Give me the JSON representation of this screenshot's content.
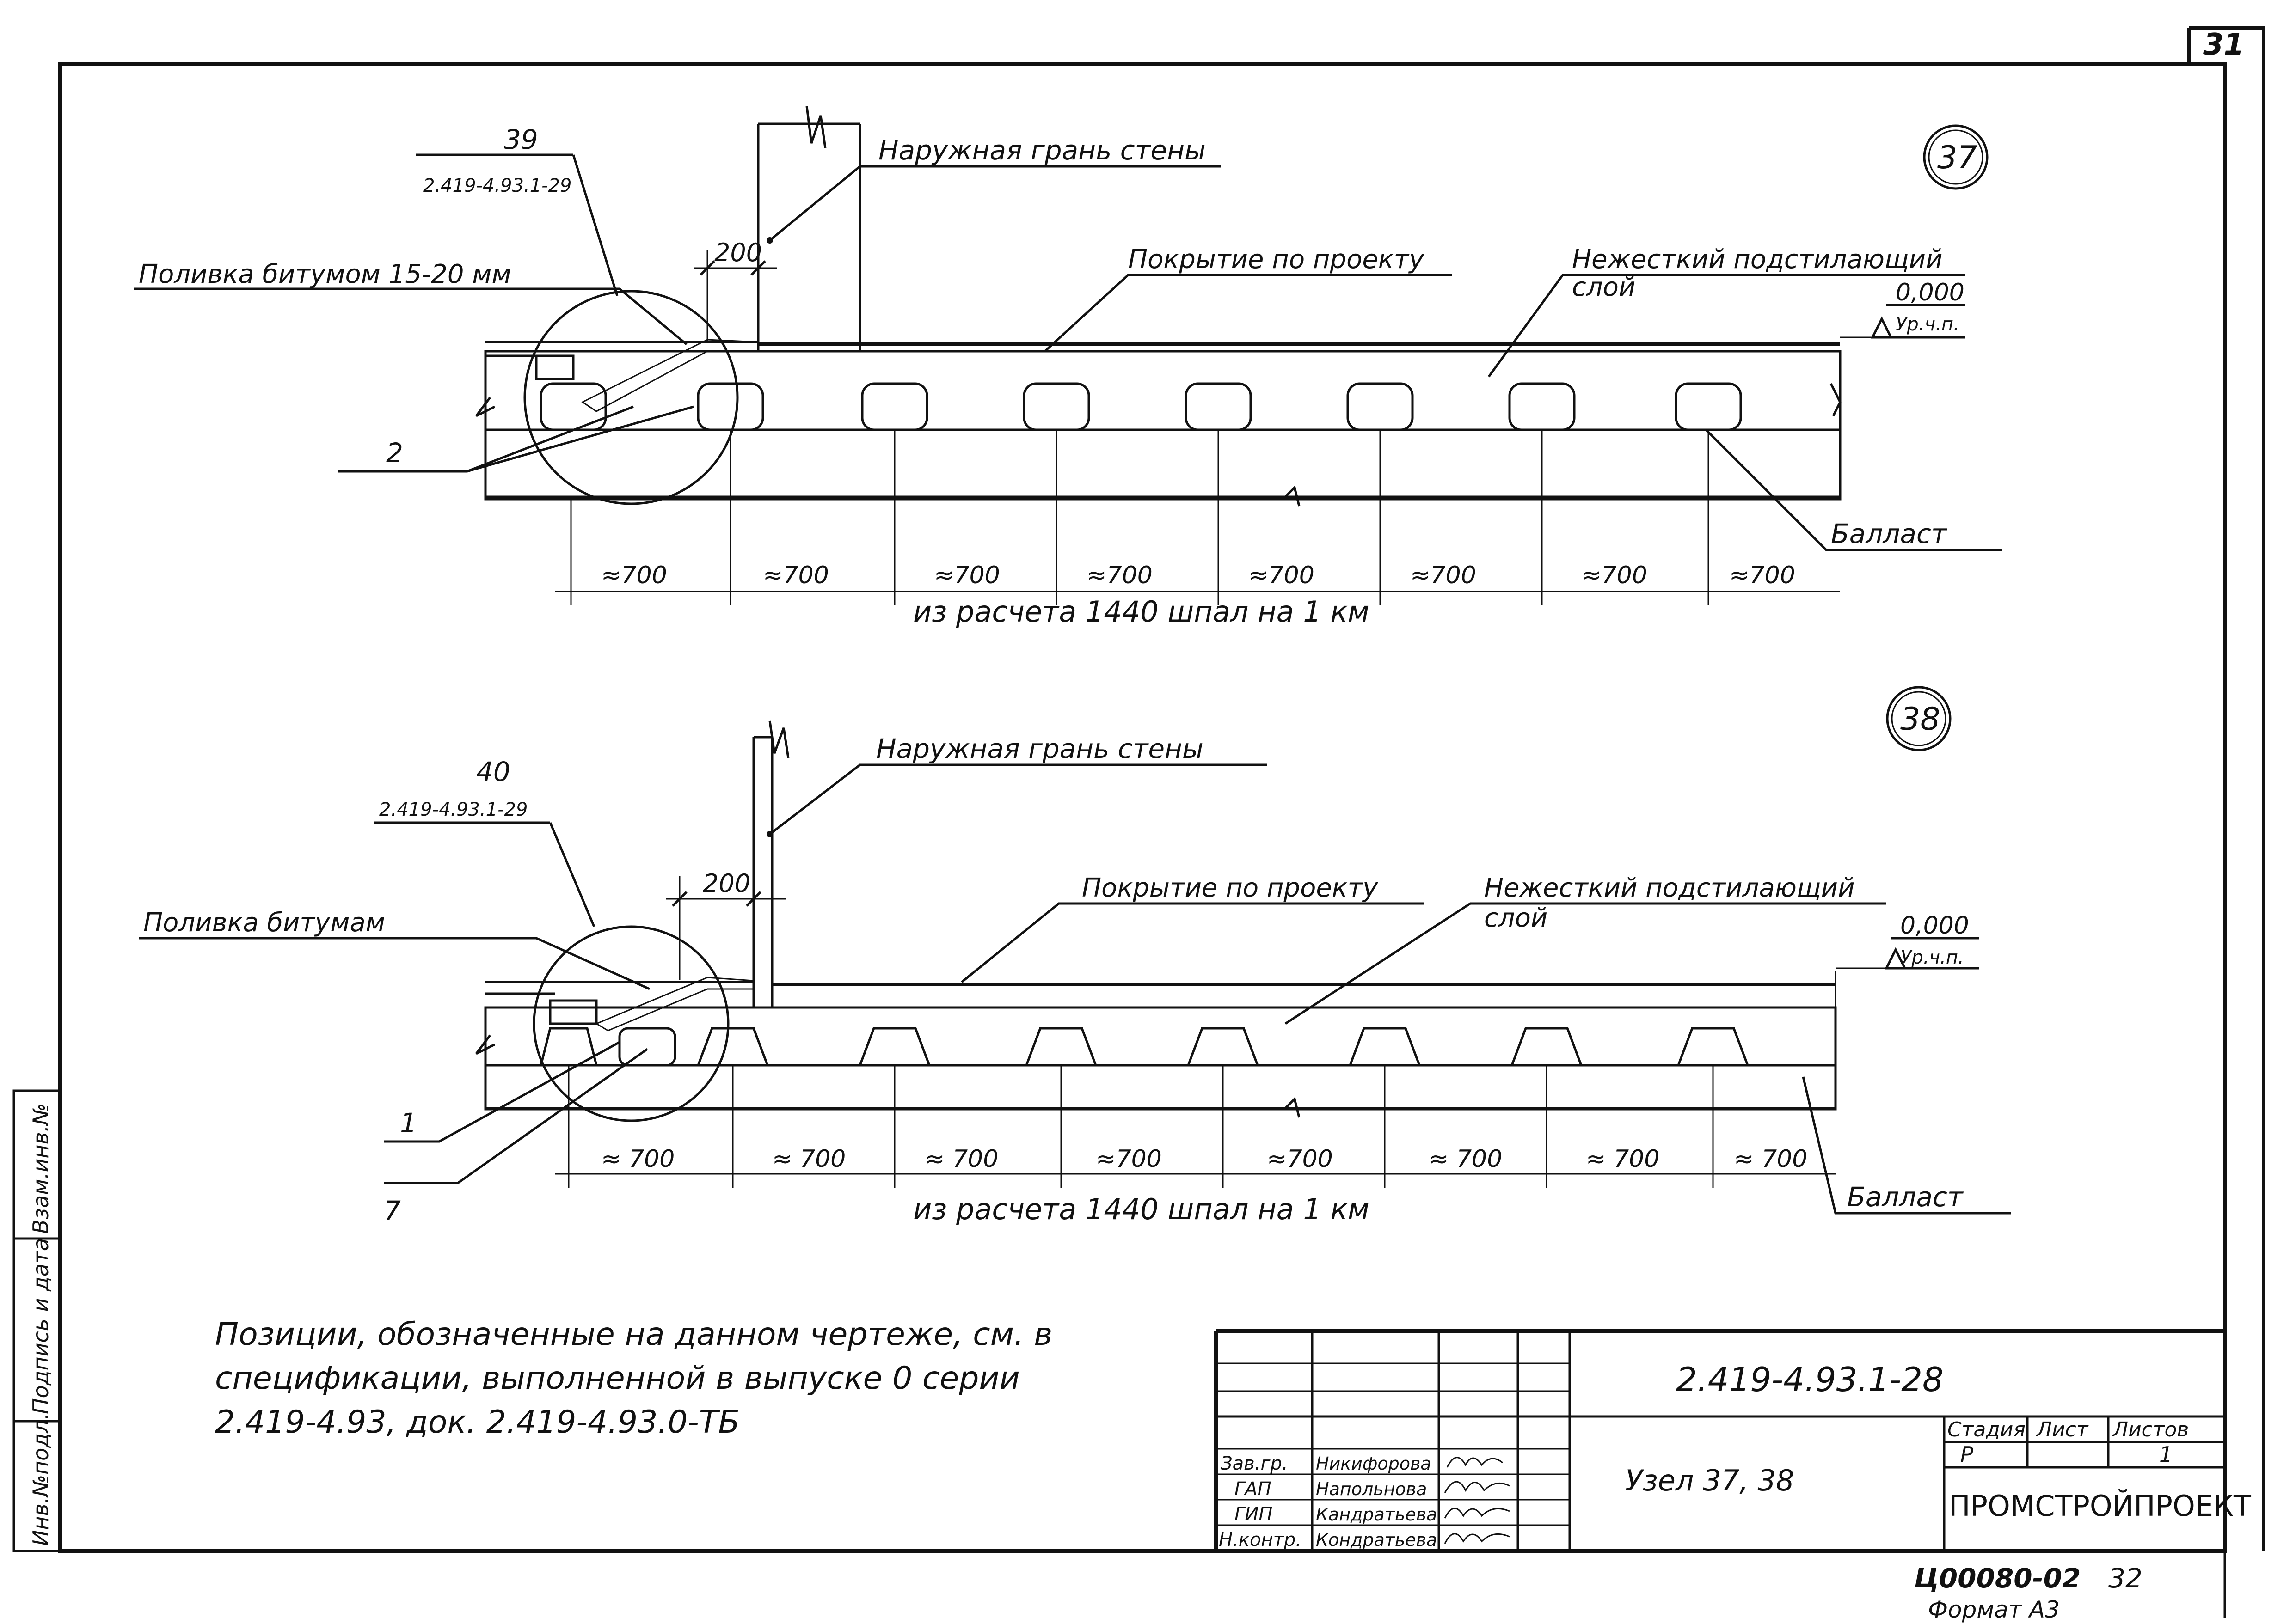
{
  "sheet": {
    "page_number": "31",
    "format_code": "Ц00080-02",
    "format_code_num": "32",
    "format": "Формат А3"
  },
  "side_stamp": {
    "col1": "Инв.№подл.",
    "col2": "Подпись и дата",
    "col3": "Взам.инв.№"
  },
  "node37": {
    "number": "37",
    "outer_face": "Наружная грань стены",
    "ref_num": "39",
    "ref_doc": "2.419-4.93.1-29",
    "bitumen": "Поливка битумом 15-20 мм",
    "dim200": "200",
    "cover": "Покрытие по проекту",
    "layer_l1": "Нежесткий подстилающий",
    "layer_l2": "слой",
    "level": "0,000",
    "level_label": "Ур.ч.п.",
    "pos": "2",
    "ballast": "Балласт",
    "spacings": [
      "≈700",
      "≈700",
      "≈700",
      "≈700",
      "≈700",
      "≈700",
      "≈700",
      "≈700"
    ],
    "calc": "из расчета 1440 шпал на 1 км"
  },
  "node38": {
    "number": "38",
    "outer_face": "Наружная грань стены",
    "ref_num": "40",
    "ref_doc": "2.419-4.93.1-29",
    "bitumen": "Поливка битумам",
    "dim200": "200",
    "cover": "Покрытие по проекту",
    "layer_l1": "Нежесткий подстилающий",
    "layer_l2": "слой",
    "level": "0,000",
    "level_label": "Ур.ч.п.",
    "pos1": "1",
    "pos7": "7",
    "ballast": "Балласт",
    "spacings": [
      "≈ 700",
      "≈ 700",
      "≈ 700",
      "≈700",
      "≈700",
      "≈ 700",
      "≈ 700",
      "≈ 700"
    ],
    "calc": "из расчета 1440 шпал на 1 км"
  },
  "note": {
    "line1": "Позиции, обозначенные на данном чертеже, см. в",
    "line2": "спецификации, выполненной в выпуске 0 серии",
    "line3": "2.419-4.93, док. 2.419-4.93.0-ТБ"
  },
  "title_block": {
    "code": "2.419-4.93.1-28",
    "title": "Узел 37, 38",
    "stage_h": "Стадия",
    "sheet_h": "Лист",
    "sheets_h": "Листов",
    "stage": "Р",
    "sheets": "1",
    "org": "ПРОМСТРОЙПРОЕКТ",
    "roles": [
      "Зав.гр.",
      "ГАП",
      "ГИП",
      "Н.контр."
    ],
    "names": [
      "Никифорова",
      "Напольнова",
      "Кандратьева",
      "Кондратьева"
    ]
  }
}
